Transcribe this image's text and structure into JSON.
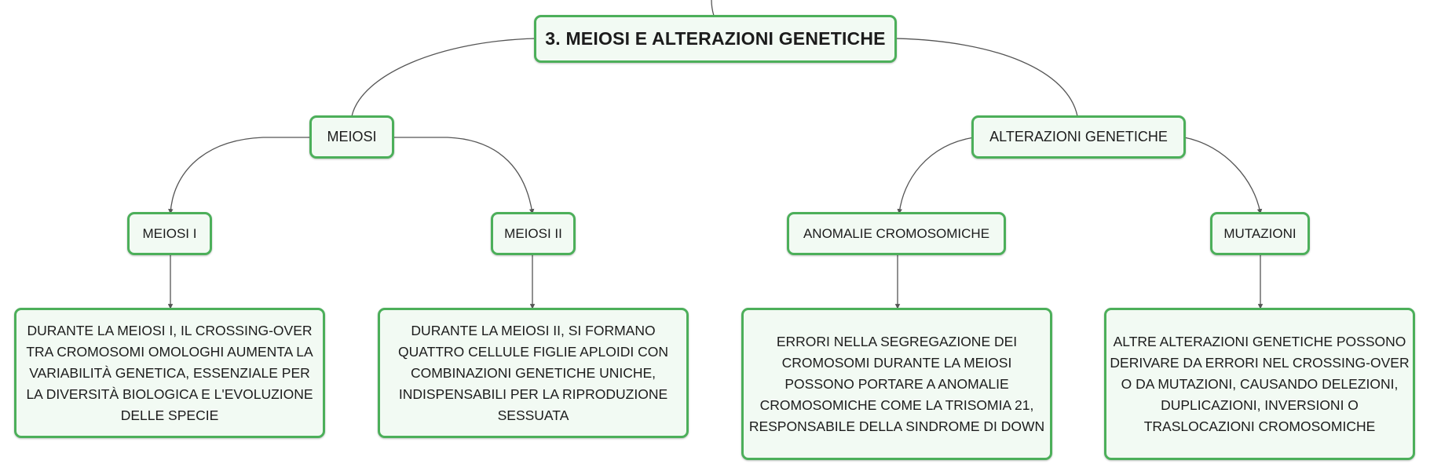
{
  "root": {
    "label": "3. MEIOSI E ALTERAZIONI GENETICHE"
  },
  "branches": [
    {
      "label": "MEIOSI",
      "children": [
        {
          "label": "MEIOSI I",
          "detail": "DURANTE LA MEIOSI I, IL CROSSING-OVER TRA CROMOSOMI OMOLOGHI AUMENTA LA VARIABILITÀ GENETICA, ESSENZIALE PER LA DIVERSITÀ BIOLOGICA E L'EVOLUZIONE DELLE SPECIE"
        },
        {
          "label": "MEIOSI II",
          "detail": "DURANTE LA MEIOSI II, SI FORMANO QUATTRO CELLULE FIGLIE APLOIDI CON COMBINAZIONI GENETICHE UNICHE, INDISPENSABILI PER LA RIPRODUZIONE SESSUATA"
        }
      ]
    },
    {
      "label": "ALTERAZIONI GENETICHE",
      "children": [
        {
          "label": "ANOMALIE CROMOSOMICHE",
          "detail": "ERRORI NELLA SEGREGAZIONE DEI CROMOSOMI DURANTE LA MEIOSI POSSONO PORTARE A ANOMALIE CROMOSOMICHE COME LA TRISOMIA 21, RESPONSABILE DELLA SINDROME DI DOWN"
        },
        {
          "label": "MUTAZIONI",
          "detail": "ALTRE ALTERAZIONI GENETICHE POSSONO DERIVARE DA ERRORI NEL CROSSING-OVER O DA MUTAZIONI, CAUSANDO DELEZIONI, DUPLICAZIONI, INVERSIONI O TRASLOCAZIONI CROMOSOMICHE"
        }
      ]
    }
  ],
  "colors": {
    "border": "#4caf5a",
    "fill": "#f2faf3",
    "connector": "#555555"
  }
}
